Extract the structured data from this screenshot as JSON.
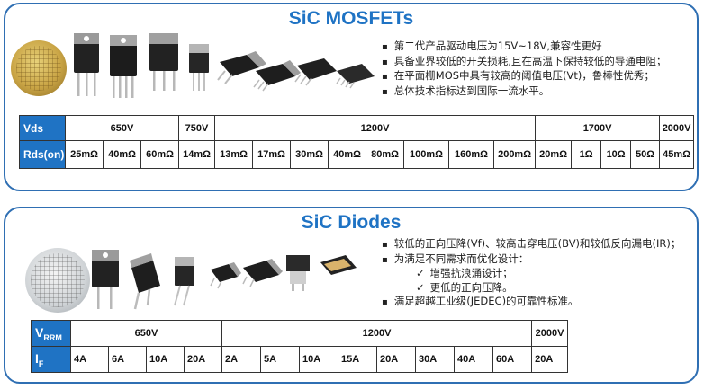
{
  "mosfet": {
    "title": "SiC MOSFETs",
    "bullets": [
      "第二代产品驱动电压为15V~18V,兼容性更好",
      "具备业界较低的开关损耗,且在高温下保持较低的导通电阻；",
      "在平面栅MOS中具有较高的阈值电压(Vt)，鲁棒性优秀；",
      "总体技术指标达到国际一流水平。"
    ],
    "row1_label": "Vds",
    "row2_label": "Rds(on)",
    "voltages": [
      "650V",
      "750V",
      "1200V",
      "1700V",
      "2000V"
    ],
    "resistances": [
      "25mΩ",
      "40mΩ",
      "60mΩ",
      "14mΩ",
      "13mΩ",
      "17mΩ",
      "30mΩ",
      "40mΩ",
      "80mΩ",
      "100mΩ",
      "160mΩ",
      "200mΩ",
      "20mΩ",
      "1Ω",
      "10Ω",
      "50Ω",
      "45mΩ"
    ]
  },
  "diode": {
    "title": "SiC Diodes",
    "bullets": [
      "较低的正向压降(Vf)、较高击穿电压(BV)和较低反向漏电(IR)；",
      "为满足不同需求而优化设计：",
      "增强抗浪涌设计；",
      "更低的正向压降。",
      "满足超越工业级(JEDEC)的可靠性标准。"
    ],
    "row1_label_main": "V",
    "row1_label_sub": "RRM",
    "row2_label_main": "I",
    "row2_label_sub": "F",
    "voltages": [
      "650V",
      "1200V",
      "2000V"
    ],
    "currents": [
      "4A",
      "6A",
      "10A",
      "20A",
      "2A",
      "5A",
      "10A",
      "15A",
      "20A",
      "30A",
      "40A",
      "60A",
      "20A"
    ]
  }
}
